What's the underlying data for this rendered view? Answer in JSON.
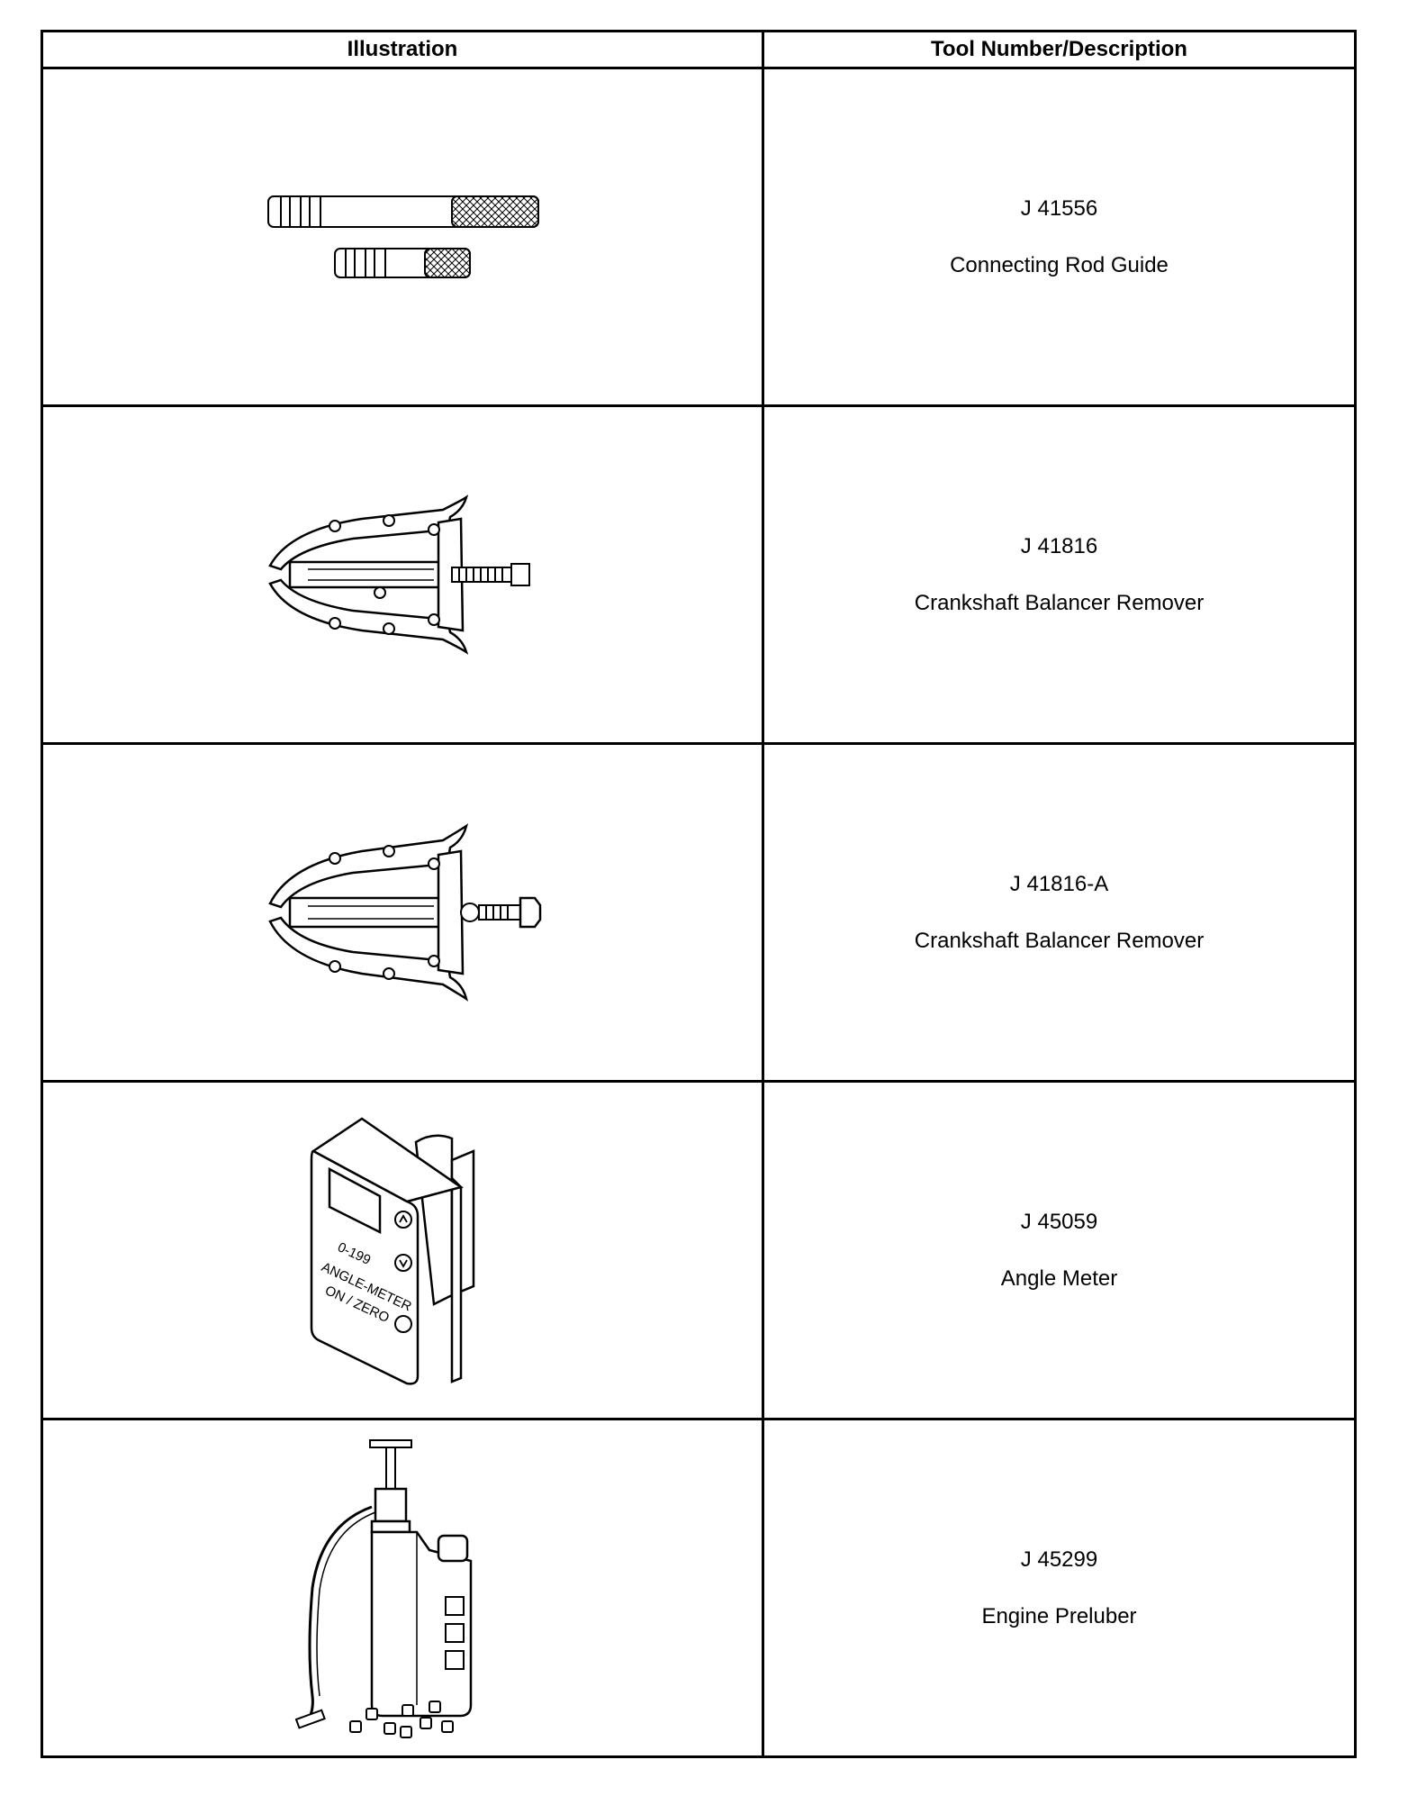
{
  "table": {
    "headers": [
      "Illustration",
      "Tool Number/Description"
    ],
    "rows": [
      {
        "number": "J 41556",
        "description": "Connecting Rod Guide",
        "icon": "connecting-rod-guide-icon"
      },
      {
        "number": "J 41816",
        "description": "Crankshaft Balancer Remover",
        "icon": "balancer-remover-icon"
      },
      {
        "number": "J 41816-A",
        "description": "Crankshaft Balancer Remover",
        "icon": "balancer-remover-a-icon"
      },
      {
        "number": "J 45059",
        "description": "Angle Meter",
        "icon": "angle-meter-icon",
        "device_text": [
          "0-199",
          "ANGLE-METER",
          "ON / ZERO"
        ]
      },
      {
        "number": "J 45299",
        "description": "Engine Preluber",
        "icon": "engine-preluber-icon"
      }
    ]
  }
}
